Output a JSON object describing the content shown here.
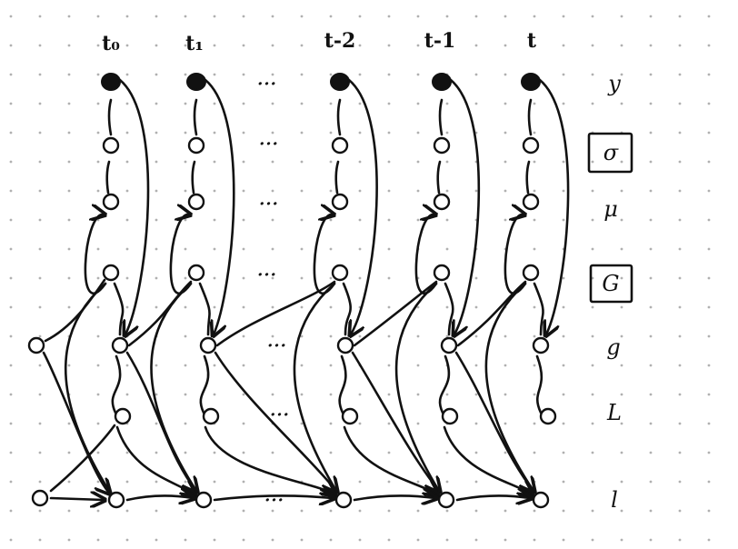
{
  "time_labels": [
    "t₀",
    "t₁",
    "t-2",
    "t-1",
    "t"
  ],
  "row_labels": [
    {
      "text": "y",
      "boxed": false
    },
    {
      "text": "σ",
      "boxed": true
    },
    {
      "text": "μ",
      "boxed": false
    },
    {
      "text": "G",
      "boxed": true
    },
    {
      "text": "g",
      "boxed": false
    },
    {
      "text": "L",
      "boxed": false
    },
    {
      "text": "l",
      "boxed": false
    }
  ],
  "ellipsis": "···",
  "colors": {
    "ink": "#111111",
    "grid_dot": "#b0b0b0",
    "background": "#ffffff"
  }
}
